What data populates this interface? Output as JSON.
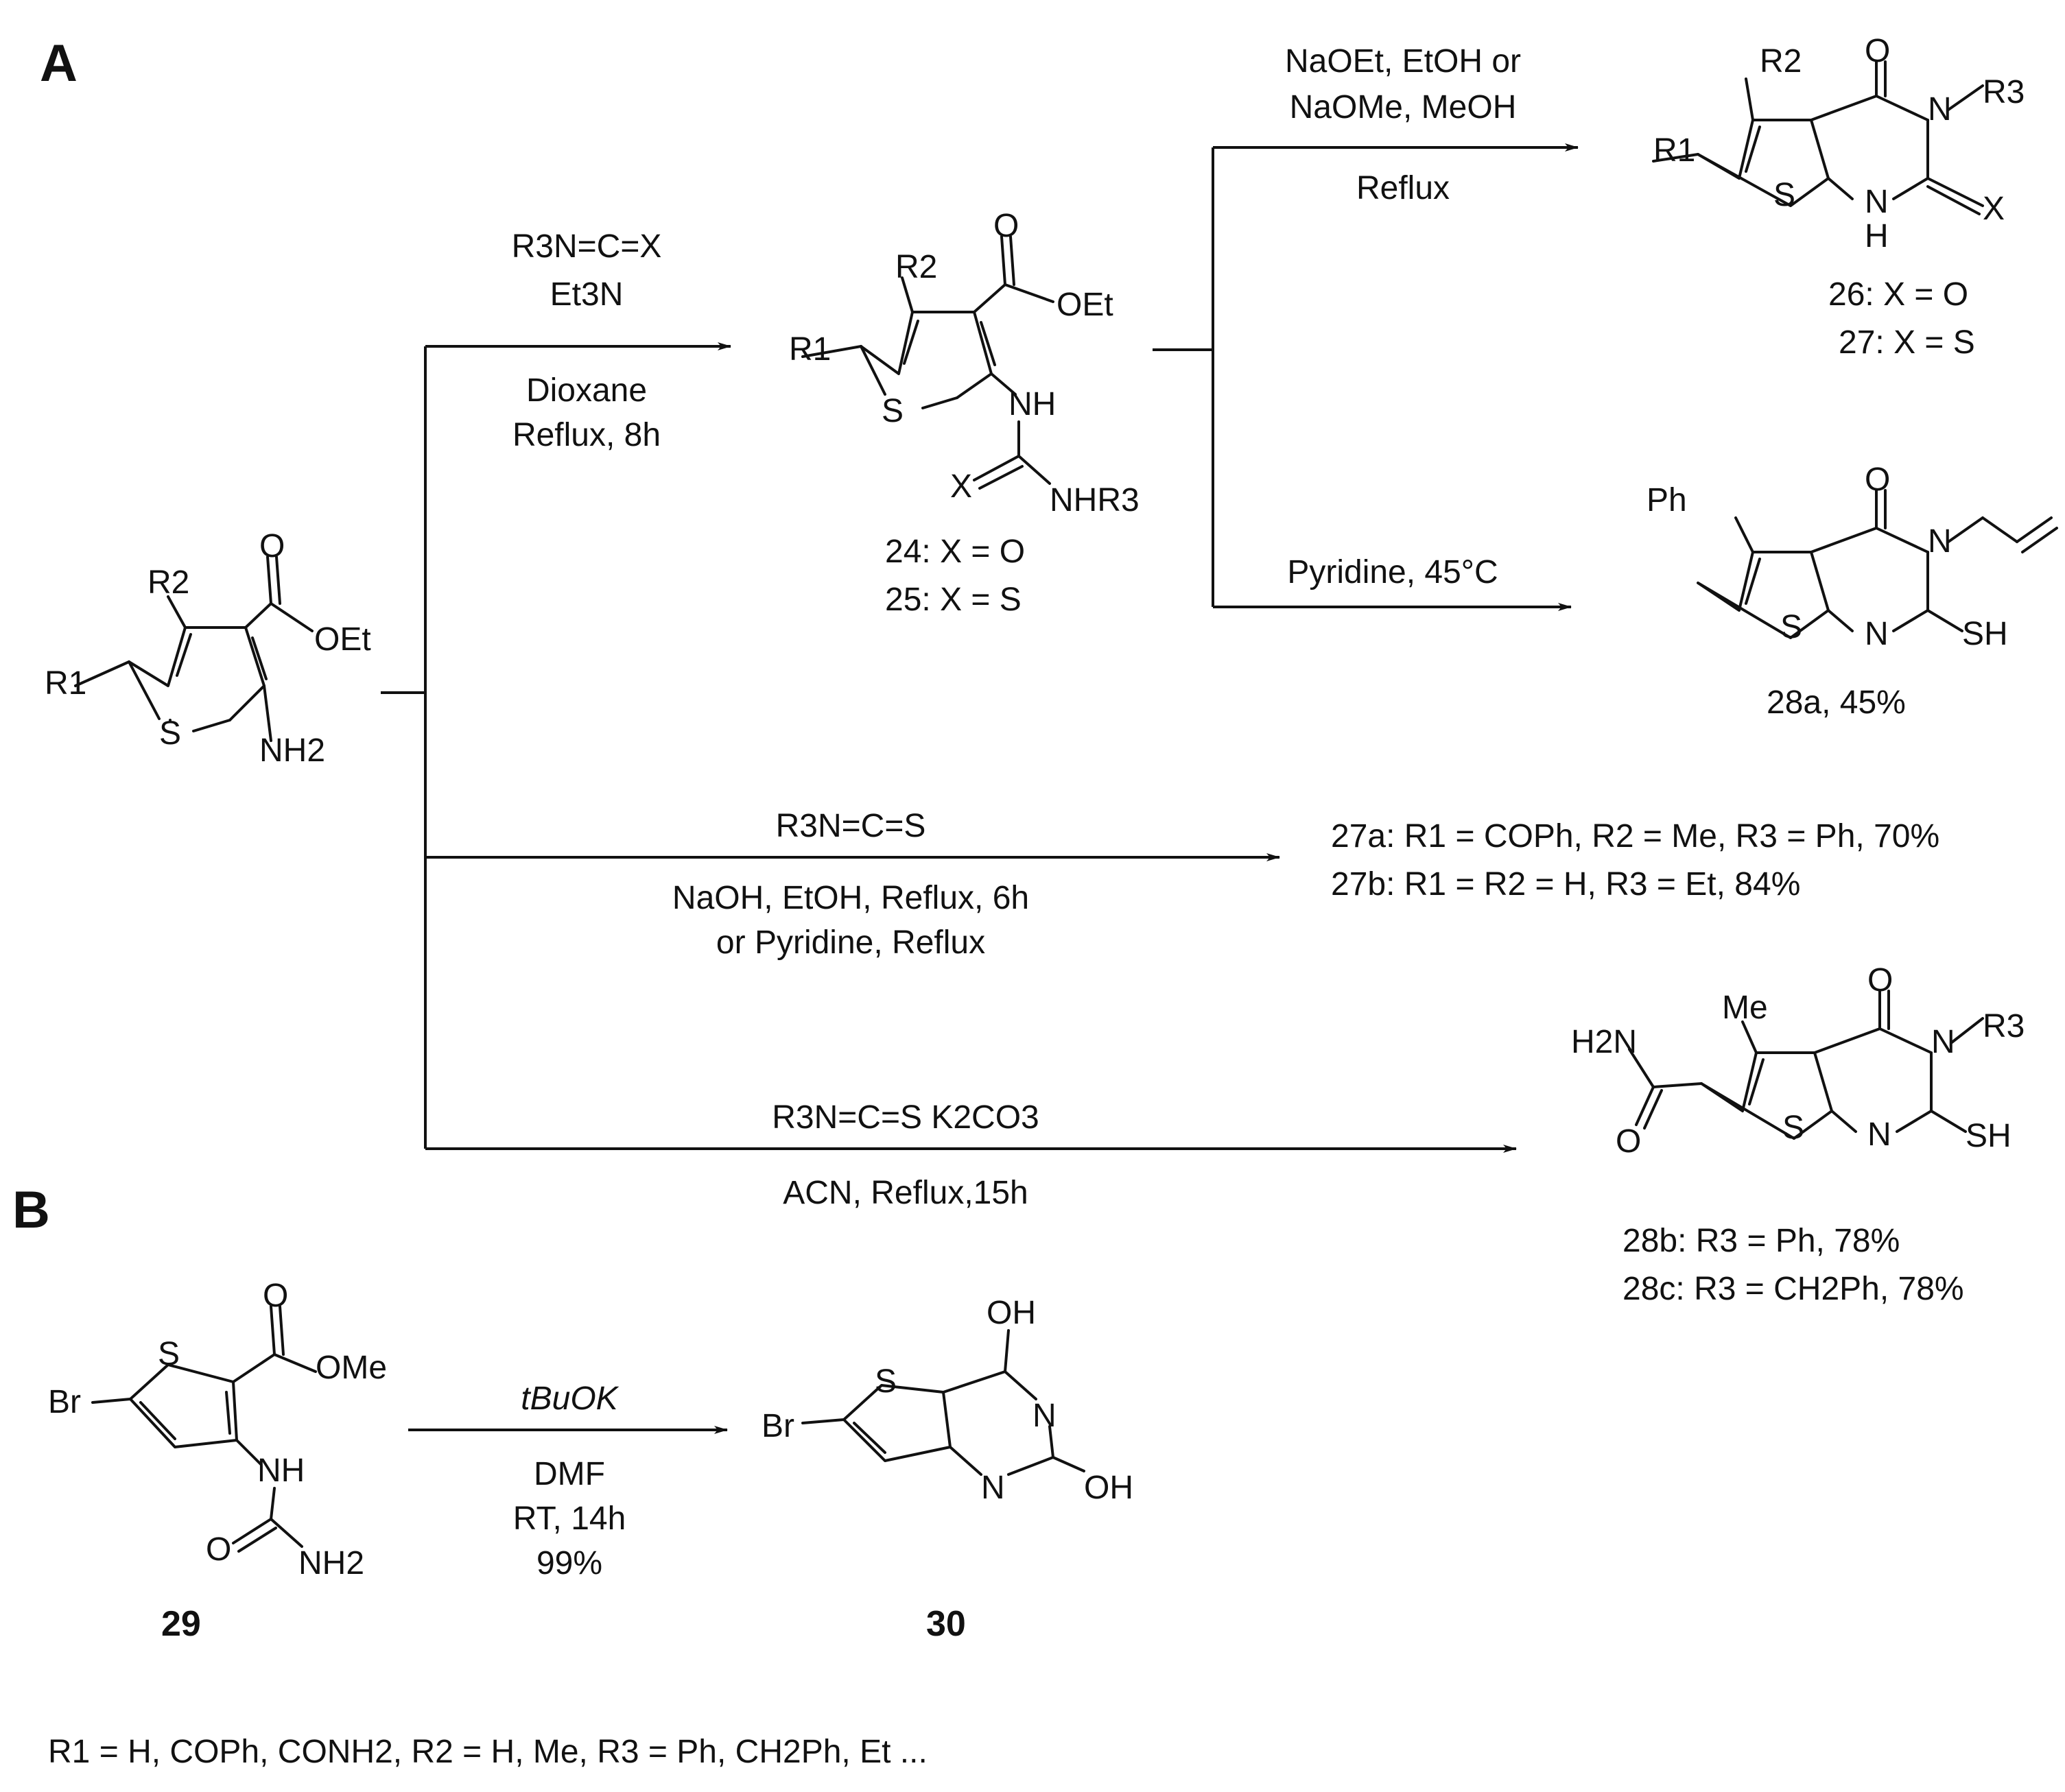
{
  "panels": {
    "A": "A",
    "B": "B"
  },
  "atoms": {
    "R1": "R1",
    "R2": "R2",
    "R3": "R3",
    "S": "S",
    "N": "N",
    "NH": "NH",
    "NH2": "NH2",
    "H": "H",
    "H2N": "H2N",
    "O": "O",
    "OEt": "OEt",
    "OMe": "OMe",
    "X": "X",
    "NHR3": "NHR3",
    "Ph": "Ph",
    "Me": "Me",
    "SH": "SH",
    "OH": "OH",
    "Br": "Br"
  },
  "reagents": {
    "r_iso_top": "R3N=C=X",
    "r_et3n": "Et3N",
    "r_dioxane": "Dioxane",
    "r_reflux8": "Reflux, 8h",
    "r_naoet": "NaOEt, EtOH or",
    "r_naome": "NaOMe, MeOH",
    "r_reflux": "Reflux",
    "r_pyr45": "Pyridine, 45°C",
    "r_iso_mid": "R3N=C=S",
    "r_naoh": "NaOH, EtOH, Reflux, 6h",
    "r_pyrref": "or Pyridine, Reflux",
    "r_iso_k2co3": "R3N=C=S K2CO3",
    "r_acn": "ACN, Reflux,15h",
    "r_tbuok": "tBuOK",
    "r_dmf": "DMF",
    "r_rt": "RT, 14h",
    "r_99": "99%"
  },
  "compounds": {
    "c24": "24: X = O",
    "c25": "25: X = S",
    "c26": "26: X = O",
    "c27": "27: X = S",
    "c28a": "28a, 45%",
    "c27a": "27a: R1 = COPh, R2 = Me, R3 = Ph, 70%",
    "c27b": "27b: R1 = R2 = H, R3 = Et, 84%",
    "c28b": "28b: R3 = Ph, 78%",
    "c28c": "28c: R3 = CH2Ph, 78%",
    "c29": "29",
    "c30": "30"
  },
  "footnote": "R1 = H, COPh, CONH2, R2 = H, Me, R3 = Ph, CH2Ph, Et ..."
}
